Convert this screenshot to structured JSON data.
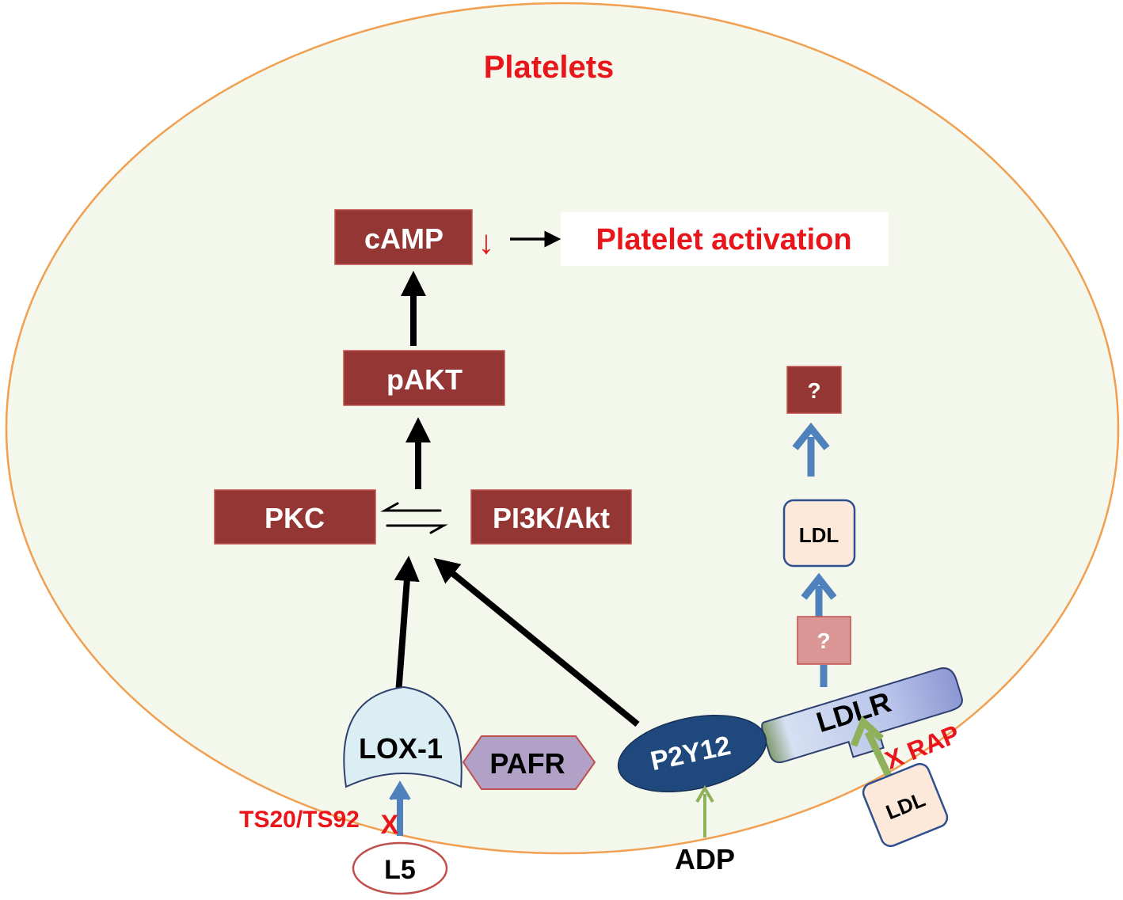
{
  "title": "Platelets",
  "nodes": {
    "camp": "cAMP",
    "camp_down_arrow": "↓",
    "platelet_activation": "Platelet activation",
    "pakt": "pAKT",
    "pkc": "PKC",
    "pi3k": "PI3K/Akt",
    "unknown_top": "?",
    "unknown_mid": "?",
    "ldl_inside": "LDL",
    "ldl_outside": "LDL",
    "lox1": "LOX-1",
    "pafr": "PAFR",
    "p2y12": "P2Y12",
    "ldlr": "LDLR",
    "l5": "L5",
    "adp": "ADP",
    "ts_inhibitor": "TS20/TS92",
    "ts_x": "X",
    "rap_inhibitor": "X RAP"
  },
  "colors": {
    "cell_fill": "#f4f8ec",
    "cell_border": "#f0a050",
    "box_dark": "#943634",
    "box_light": "#d99694",
    "label_red": "#e8151b",
    "arrow_black": "#000000",
    "arrow_blue": "#4f81bd",
    "arrow_green": "#8fb15c",
    "ldl_fill": "#fde9d9",
    "ldl_border": "#2f4f8f",
    "p2y12_fill": "#1f497d",
    "pafr_fill": "#b2a1c7",
    "lox_fill": "#dbeef4"
  }
}
